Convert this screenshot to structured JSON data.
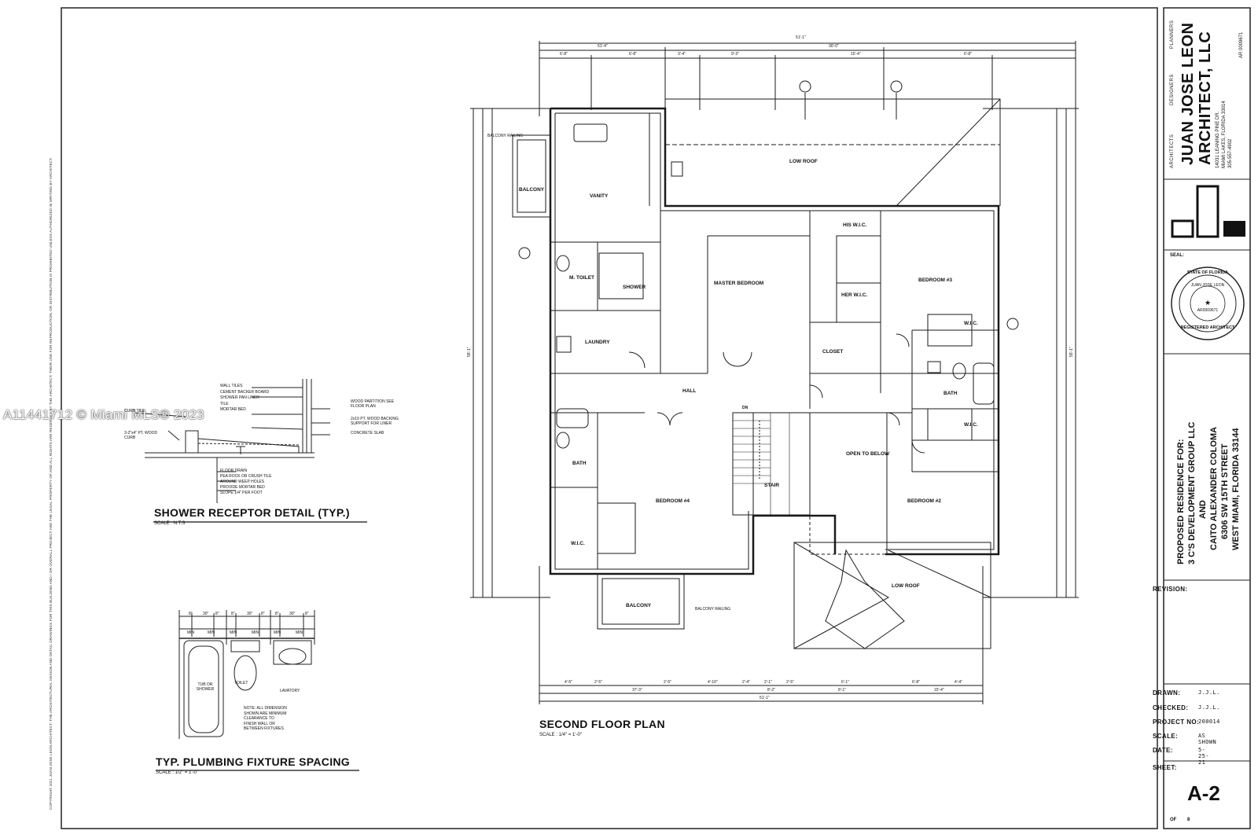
{
  "watermark": "A11441712 © Miami MLS® 2023",
  "copyright_note": "COPYRIGHT 2021 JUAN JOSE LEON ARCHITECT: THE ARCHITECTURAL DESIGN AND DETAIL DRAWINGS FOR THIS BUILDING AND / OR OVERALL PROJECT ARE THE LEGAL PROPERTY OF AND ALL RIGHTS ARE RESERVED BY THE ARCHITECT. THEIR USE FOR REPRODUCTION, OR DISTRIBUTION IS PROHIBITED UNLESS AUTHORIZED IN WRITING BY ARCHITECT.",
  "details": {
    "shower": {
      "title": "SHOWER RECEPTOR DETAIL (TYP.)",
      "scale": "SCALE : N.T.S",
      "labels": [
        "WALL TILES",
        "CEMENT BACKER BOARD",
        "SHOWER PAN LINER",
        "TILE",
        "MORTAR BED",
        "CONCRETE SLAB",
        "FLOOR DRAIN",
        "PEA ROCK OR CRUSH TILE AROUND WEEP HOLES",
        "PROVIDE MORTAR BED SLOPE 1/4\" PER FOOT",
        "CURB TILE",
        "3-2\"x4\" PT. WOOD CURB",
        "WOOD PARTITION SEE FLOOR PLAN",
        "2x10 PT. WOOD BACKING SUPPORT FOR LINER"
      ]
    },
    "plumbing": {
      "title": "TYP. PLUMBING FIXTURE SPACING",
      "scale": "SCALE : 1/2\" = 1'-0\"",
      "dims": [
        "8\"",
        "30\"",
        "8\"",
        "8\"",
        "30\"",
        "8\"",
        "8\"",
        "30\"",
        "8\""
      ],
      "mins": [
        "MIN",
        "MIN",
        "MIN",
        "MIN",
        "MIN",
        "MIN"
      ],
      "fixtures": [
        "TUB OR SHOWER",
        "TOILET",
        "LAVATORY"
      ],
      "note": "NOTE: ALL DIMENSION SHOWN ARE MINIMUM CLEARANCE TO FINISH WALL OR BETWEEN FIXTURES"
    }
  },
  "plan": {
    "title": "SECOND FLOOR PLAN",
    "scale": "SCALE : 1/4\" = 1'-0\"",
    "top_dims_overall": "51'-1\"",
    "top_dims_upper": [
      "51'-4\"",
      "30'-0\""
    ],
    "top_dims_row": [
      "6'-8\"",
      "6'-8\"",
      "3'-4\"",
      "9'-3\"",
      "15'-4\"",
      "6'-8\""
    ],
    "bottom_dims_overall": "51'-1\"",
    "bottom_dims_row1": [
      "4'-5\"",
      "2'-5\"",
      "2'-5\"",
      "4'-10\"",
      "2'-4\"",
      "2'-1\"",
      "2'-5\"",
      "6'-1\"",
      "6'-8\"",
      "4'-4\""
    ],
    "bottom_dims_row2": [
      "37'-3\"",
      "8'-2\"",
      "8'-1\"",
      "15'-4\""
    ],
    "left_dims_overall": "55'-1\"",
    "right_dims_overall": "55'-1\"",
    "rooms": {
      "balcony_top": "BALCONY",
      "balcony_railing": "BALCONY RAILING",
      "vanity": "VANITY",
      "low_roof_top": "LOW ROOF",
      "his_wic": "HIS W.I.C.",
      "her_wic": "HER W.I.C.",
      "m_toilet": "M. TOILET",
      "shower": "SHOWER",
      "master_bedroom": "MASTER BEDROOM",
      "bedroom3": "BEDROOM #3",
      "laundry": "LAUNDRY",
      "closet": "CLOSET",
      "wic_bed3": "W.I.C.",
      "hall": "HALL",
      "bath_right": "BATH",
      "wic_bed2": "W.I.C.",
      "bath_left": "BATH",
      "open_to_below": "OPEN TO BELOW",
      "stair": "STAIR",
      "bedroom4": "BEDROOM #4",
      "bedroom2": "BEDROOM #2",
      "wic_bed4": "W.I.C.",
      "low_roof_bottom": "LOW ROOF",
      "balcony_bottom": "BALCONY",
      "balcony_railing_bottom": "BALCONY RAILING",
      "dn": "DN"
    }
  },
  "title_block": {
    "roles": [
      "ARCHITECTS",
      "DESIGNERS",
      "PLANNERS"
    ],
    "firm_name_1": "JUAN JOSE LEON",
    "firm_name_2": "ARCHITECT, LLC",
    "address_1": "14031 LEANING PINE DR.",
    "address_2": "MIAMI LAKES, FLORIDA 33014",
    "phone": "305-557-4902",
    "license": "AR 0009671",
    "seal_label": "SEAL:",
    "seal_text_top": "STATE OF FLORIDA",
    "seal_name": "JUAN JOSE LEON",
    "seal_number": "AR0009671",
    "seal_text_bottom": "REGISTERED ARCHITECT",
    "project_line1": "PROPOSED RESIDENCE FOR:",
    "project_line2": "3 C'S DEVELOPMENT GROUP LLC",
    "project_line3": "AND",
    "project_line4": "CAITO ALEXANDER COLOMA",
    "project_line5": "6306 SW 15TH STREET",
    "project_line6": "WEST MIAMI, FLORIDA 33144",
    "revision_label": "REVISION:",
    "drawn_label": "DRAWN:",
    "drawn_value": "J.J.L.",
    "checked_label": "CHECKED:",
    "checked_value": "J.J.L.",
    "project_no_label": "PROJECT NO:",
    "project_no_value": "200014",
    "scale_label": "SCALE:",
    "scale_value": "AS SHOWN",
    "date_label": "DATE:",
    "date_value": "5-25-21",
    "sheet_label": "SHEET:",
    "sheet_value": "A-2",
    "of_label": "OF",
    "of_value": "8"
  }
}
